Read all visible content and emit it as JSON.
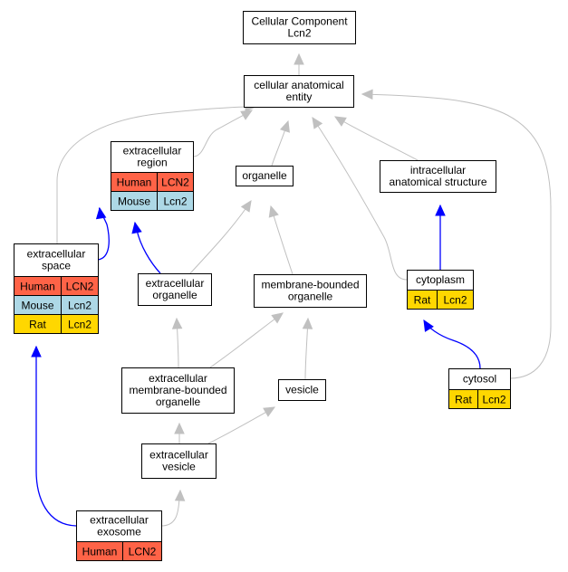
{
  "colors": {
    "human": "#ff6347",
    "mouse": "#add8e6",
    "rat": "#ffd700",
    "edge_is_a": "#c0c0c0",
    "edge_part_of": "#0000ff"
  },
  "nodes": [
    {
      "id": "root",
      "lines": [
        "Cellular Component",
        "Lcn2"
      ],
      "rows": []
    },
    {
      "id": "cae",
      "lines": [
        "cellular anatomical",
        "entity"
      ],
      "rows": []
    },
    {
      "id": "ecr",
      "lines": [
        "extracellular",
        "region"
      ],
      "rows": [
        {
          "species": "Human",
          "gene": "LCN2"
        },
        {
          "species": "Mouse",
          "gene": "Lcn2"
        }
      ]
    },
    {
      "id": "org",
      "lines": [
        "organelle"
      ],
      "rows": []
    },
    {
      "id": "ias",
      "lines": [
        "intracellular",
        "anatomical structure"
      ],
      "rows": []
    },
    {
      "id": "ecs",
      "lines": [
        "extracellular",
        "space"
      ],
      "rows": [
        {
          "species": "Human",
          "gene": "LCN2"
        },
        {
          "species": "Mouse",
          "gene": "Lcn2"
        },
        {
          "species": "Rat",
          "gene": "Lcn2"
        }
      ]
    },
    {
      "id": "ecorg",
      "lines": [
        "extracellular",
        "organelle"
      ],
      "rows": []
    },
    {
      "id": "mbo",
      "lines": [
        "membrane-bounded",
        "organelle"
      ],
      "rows": []
    },
    {
      "id": "cyto",
      "lines": [
        "cytoplasm"
      ],
      "rows": [
        {
          "species": "Rat",
          "gene": "Lcn2"
        }
      ]
    },
    {
      "id": "ecmbo",
      "lines": [
        "extracellular",
        "membrane-bounded",
        "organelle"
      ],
      "rows": []
    },
    {
      "id": "ves",
      "lines": [
        "vesicle"
      ],
      "rows": []
    },
    {
      "id": "cytosol",
      "lines": [
        "cytosol"
      ],
      "rows": [
        {
          "species": "Rat",
          "gene": "Lcn2"
        }
      ]
    },
    {
      "id": "ecv",
      "lines": [
        "extracellular",
        "vesicle"
      ],
      "rows": []
    },
    {
      "id": "exo",
      "lines": [
        "extracellular",
        "exosome"
      ],
      "rows": [
        {
          "species": "Human",
          "gene": "LCN2"
        }
      ]
    }
  ],
  "edges": [
    {
      "from": "cae",
      "to": "root",
      "type": "is_a"
    },
    {
      "from": "ecr",
      "to": "cae",
      "type": "is_a"
    },
    {
      "from": "org",
      "to": "cae",
      "type": "is_a"
    },
    {
      "from": "ias",
      "to": "cae",
      "type": "is_a"
    },
    {
      "from": "ecs",
      "to": "cae",
      "type": "is_a"
    },
    {
      "from": "cyto",
      "to": "cae",
      "type": "is_a"
    },
    {
      "from": "cytosol",
      "to": "cae",
      "type": "is_a"
    },
    {
      "from": "ecs",
      "to": "ecr",
      "type": "part_of"
    },
    {
      "from": "ecorg",
      "to": "ecr",
      "type": "part_of"
    },
    {
      "from": "ecorg",
      "to": "org",
      "type": "is_a"
    },
    {
      "from": "mbo",
      "to": "org",
      "type": "is_a"
    },
    {
      "from": "cyto",
      "to": "ias",
      "type": "part_of"
    },
    {
      "from": "ecmbo",
      "to": "ecorg",
      "type": "is_a"
    },
    {
      "from": "ecmbo",
      "to": "mbo",
      "type": "is_a"
    },
    {
      "from": "ves",
      "to": "mbo",
      "type": "is_a"
    },
    {
      "from": "cytosol",
      "to": "cyto",
      "type": "part_of"
    },
    {
      "from": "ecv",
      "to": "ecmbo",
      "type": "is_a"
    },
    {
      "from": "ecv",
      "to": "ves",
      "type": "is_a"
    },
    {
      "from": "exo",
      "to": "ecv",
      "type": "is_a"
    },
    {
      "from": "exo",
      "to": "ecs",
      "type": "part_of"
    }
  ]
}
